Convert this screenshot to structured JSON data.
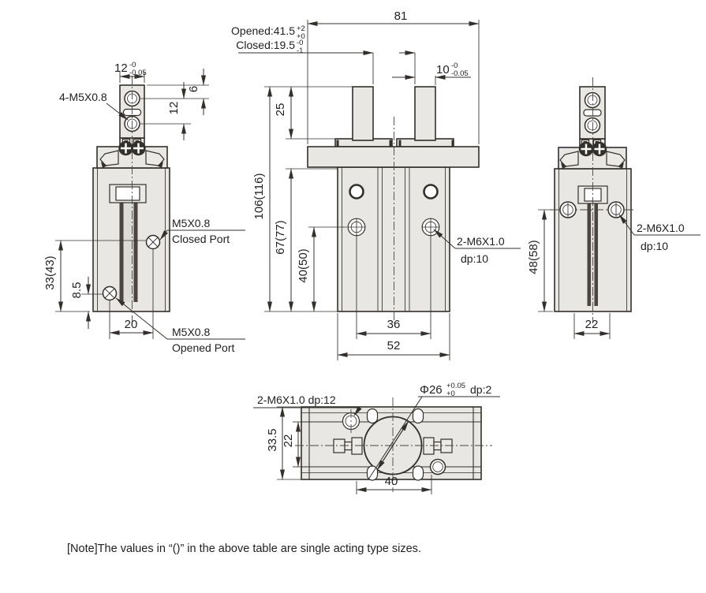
{
  "views": {
    "side_left": {
      "labels": {
        "mount_holes": "4-M5X0.8",
        "closed_thread": "M5X0.8",
        "closed_port": "Closed Port",
        "opened_thread": "M5X0.8",
        "opened_port": "Opened Port"
      },
      "dims": {
        "finger_width": {
          "base": "12",
          "sup": "-0",
          "sub": "-0.05"
        },
        "hole_edge": "6",
        "hole_pitch": "12",
        "closed_port_height": "33(43)",
        "opened_port_height": "8.5",
        "port_spacing": "20"
      }
    },
    "front": {
      "dims": {
        "overall_width": "81",
        "opened": {
          "base": "Opened:41.5",
          "sup": "+2",
          "sub": "+0"
        },
        "closed": {
          "base": "Closed:19.5",
          "sup": "-0",
          "sub": "-1"
        },
        "finger_width": {
          "base": "10",
          "sup": "-0",
          "sub": "-0.05"
        },
        "finger_height": "25",
        "overall_height": "106(116)",
        "body_height": "67(77)",
        "hole_height": "40(50)",
        "hole_spacing": "36",
        "body_width": "52"
      },
      "labels": {
        "side_holes": "2-M6X1.0",
        "side_holes_depth": "dp:10"
      }
    },
    "side_right": {
      "dims": {
        "hole_height": "48(58)",
        "body_depth": "22"
      },
      "labels": {
        "side_holes": "2-M6X1.0",
        "side_holes_depth": "dp:10"
      }
    },
    "bottom": {
      "dims": {
        "depth": "33.5",
        "inner_width": "22",
        "hole_spacing": "40"
      },
      "labels": {
        "mount_holes": "2-M6X1.0 dp:12",
        "boss_dia": {
          "base": "Φ26",
          "sup": "+0.05",
          "sub": "+0",
          "suffix": "dp:2"
        }
      }
    }
  },
  "note": "[Note]The values in “()” in the above table are single acting type sizes."
}
